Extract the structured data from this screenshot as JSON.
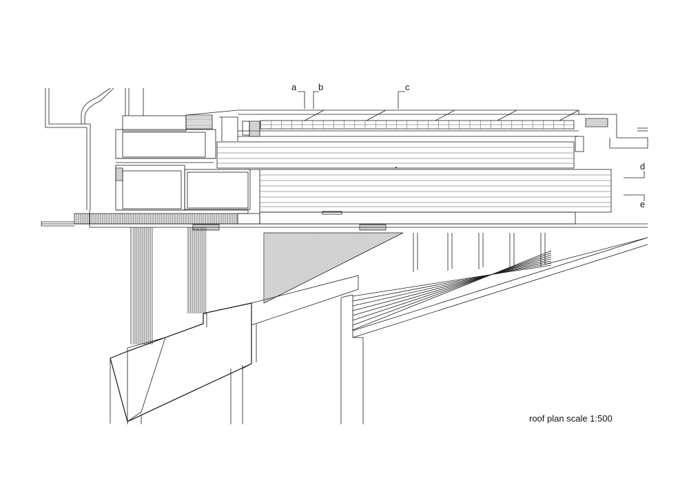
{
  "section_markers": [
    "a",
    "b",
    "c",
    "d",
    "e"
  ],
  "caption": "roof plan  scale 1:500"
}
